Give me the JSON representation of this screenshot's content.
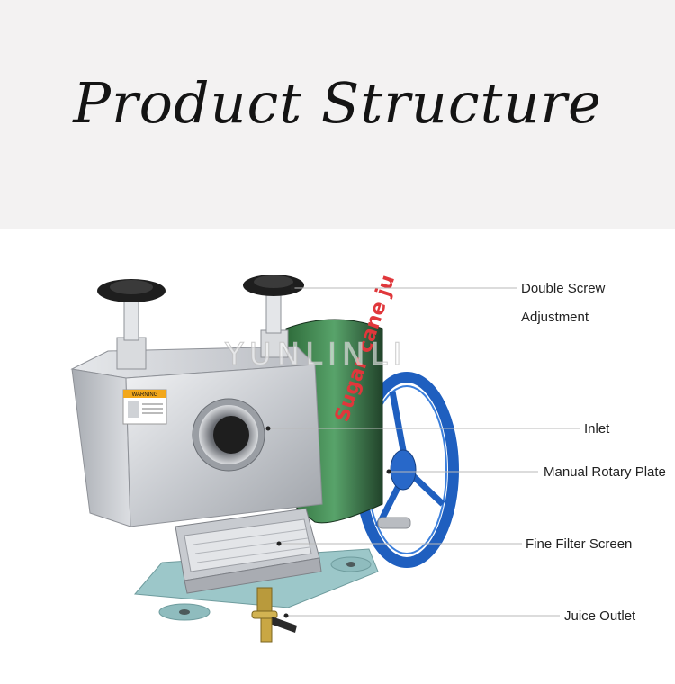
{
  "header": {
    "title": "Product Structure"
  },
  "watermark": {
    "text": "YUNLINLI"
  },
  "machine": {
    "side_band_text": "Sugar cane ju",
    "warning_label": "WARNING"
  },
  "callouts": [
    {
      "id": "double-screw",
      "line1": "Double Screw",
      "line2": "Adjustment"
    },
    {
      "id": "inlet",
      "line1": "Inlet"
    },
    {
      "id": "manual-rotary-plate",
      "line1": "Manual Rotary Plate"
    },
    {
      "id": "fine-filter-screen",
      "line1": "Fine Filter Screen"
    },
    {
      "id": "juice-outlet",
      "line1": "Juice Outlet"
    }
  ],
  "colors": {
    "banner_bg": "#f3f2f2",
    "wheel_blue": "#1f5fbf",
    "base_teal": "#9cc7c9",
    "steel": "#c8cbd0"
  }
}
